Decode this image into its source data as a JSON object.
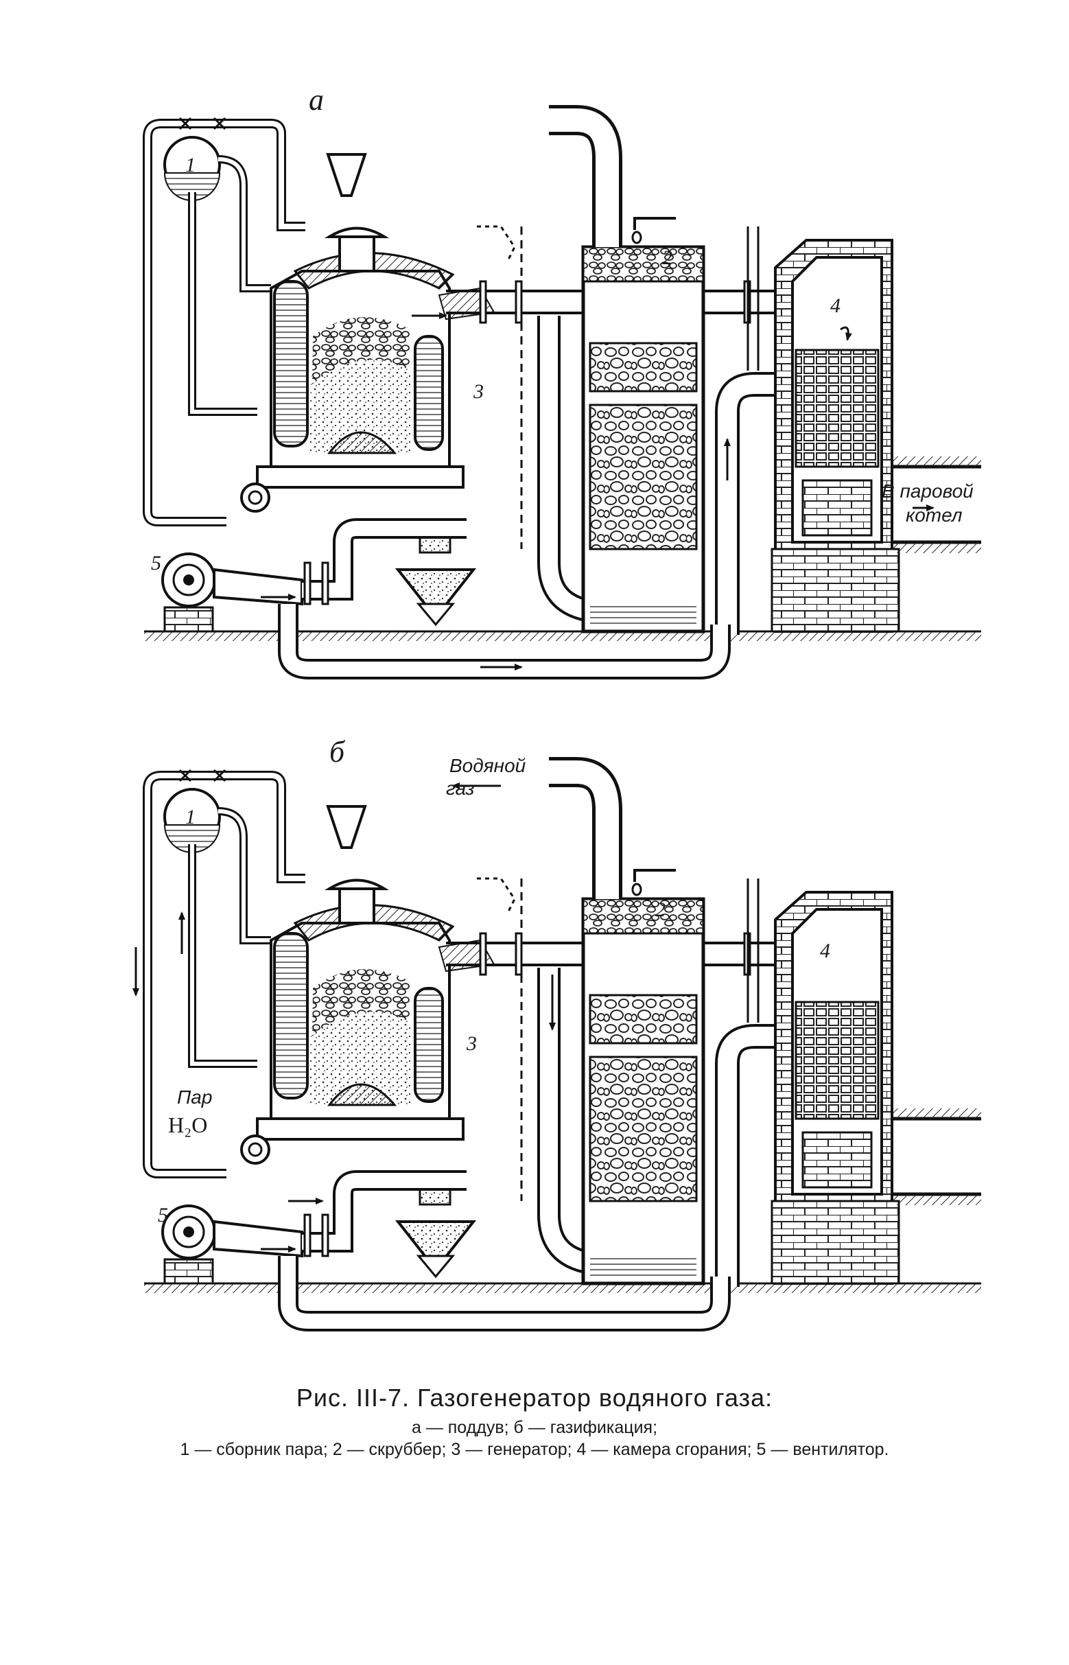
{
  "panel_a": {
    "letter": "а",
    "labels": {
      "n1": "1",
      "n2": "2",
      "n3": "3",
      "n4": "4",
      "n5": "5",
      "boiler_line1": "В паровой",
      "boiler_line2": "котел"
    }
  },
  "panel_b": {
    "letter": "б",
    "labels": {
      "n1": "1",
      "n2": "2",
      "n3": "3",
      "n4": "4",
      "n5": "5",
      "gas_line1": "Водяной",
      "gas_line2": "газ",
      "steam": "Пар",
      "water": "H₂O"
    }
  },
  "caption": {
    "title": "Рис. III-7. Газогенератор водяного газа:",
    "modes": "а — поддув; б — газификация;",
    "legend": "1 — сборник пара; 2 — скруббер; 3 — генератор; 4 — камера сгорания; 5 — вентилятор."
  }
}
